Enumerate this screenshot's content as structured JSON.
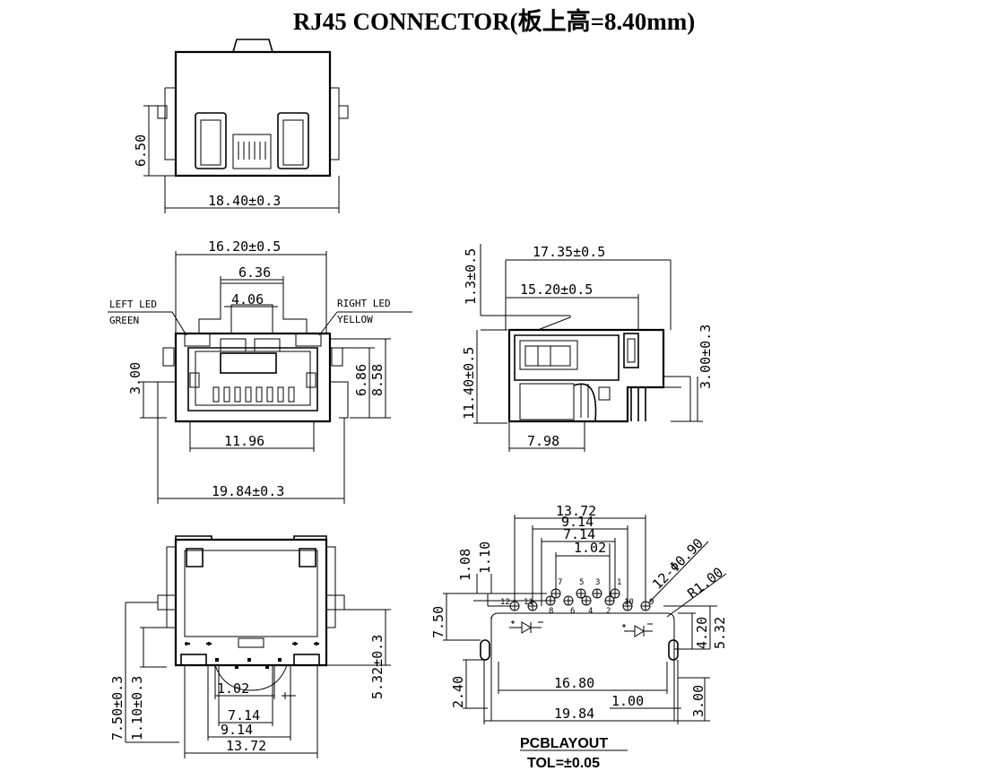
{
  "title": "RJ45 CONNECTOR(板上高=8.40mm)",
  "top_view": {
    "height_dim": "6.50",
    "width_dim": "18.40±0.3"
  },
  "front_view": {
    "width_top": "16.20±0.5",
    "width_mid": "6.36",
    "width_inner": "4.06",
    "left_led_label": "LEFT LED",
    "left_led_color": "GREEN",
    "right_led_label": "RIGHT LED",
    "right_led_color": "YELLOW",
    "height_left": "3.00",
    "height_r1": "6.86",
    "height_r2": "8.58",
    "width_bottom": "11.96",
    "width_total": "19.84±0.3"
  },
  "side_view": {
    "top_offset": "1.3±0.5",
    "length_total": "17.35±0.5",
    "length_mid": "15.20±0.5",
    "height": "11.40±0.5",
    "pin_height": "3.00±0.3",
    "bottom_len": "7.98"
  },
  "bottom_view": {
    "h1": "7.50±0.3",
    "h2": "1.10±0.3",
    "h3": "5.32±0.3",
    "w1": "1.02",
    "w2": "7.14",
    "w3": "9.14",
    "w4": "13.72"
  },
  "pcb_layout": {
    "w_total": "13.72",
    "w_9": "9.14",
    "w_7": "7.14",
    "w_1": "1.02",
    "v_108": "1.08",
    "v_110": "1.10",
    "holes_note": "12-Φ0.90",
    "radius": "R1.00",
    "h_750": "7.50",
    "h_420": "4.20",
    "h_532": "5.32",
    "w_1680": "16.80",
    "w_100": "1.00",
    "w_1984": "19.84",
    "h_240": "2.40",
    "h_300": "3.00",
    "pins": [
      "1",
      "2",
      "3",
      "4",
      "5",
      "6",
      "7",
      "8",
      "9",
      "10",
      "11",
      "12"
    ],
    "label": "PCBLAYOUT",
    "tolerance": "TOL=±0.05"
  }
}
